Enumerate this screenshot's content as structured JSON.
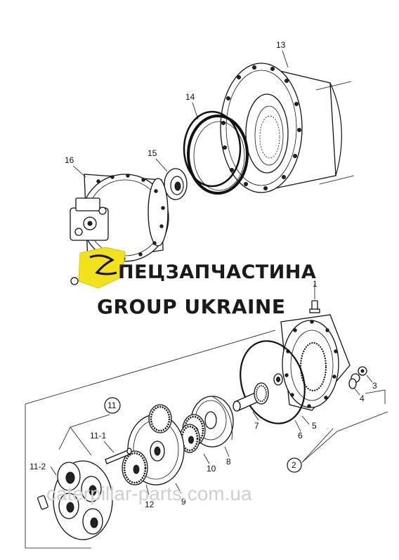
{
  "labels": {
    "p1": "1",
    "p2": "2",
    "p3": "3",
    "p4": "4",
    "p5": "5",
    "p6": "6",
    "p7": "7",
    "p8": "8",
    "p9": "9",
    "p10": "10",
    "p11": "11",
    "p11_1": "11-1",
    "p11_2": "11-2",
    "p12": "12",
    "p13": "13",
    "p14": "14",
    "p15": "15",
    "p16": "16"
  },
  "watermark": {
    "line1": "ПЕЦЗАПЧАСТИНА",
    "line2": "GROUP UKRAINE",
    "url": "caterpillar-parts.com.ua",
    "logo_color": "#f2e21c"
  }
}
